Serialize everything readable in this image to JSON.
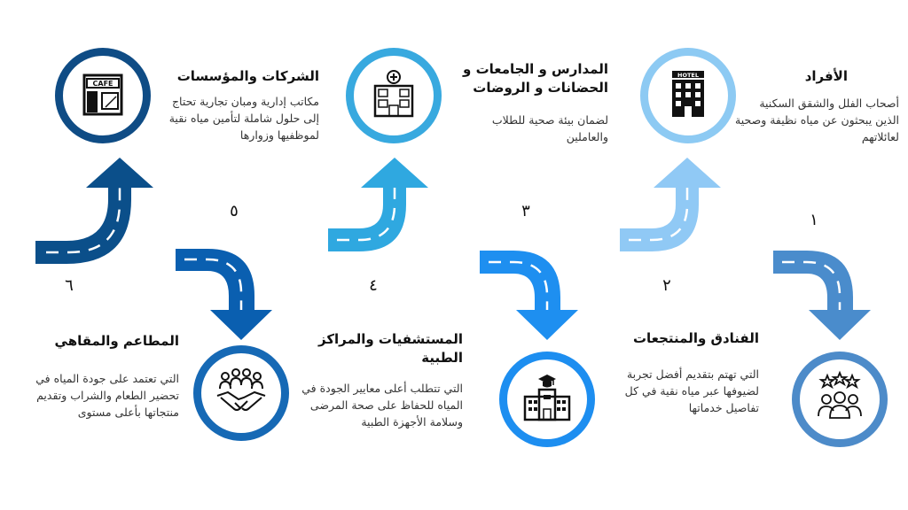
{
  "colors": {
    "navy": "#0b4f8a",
    "dark_blue": "#0a5fb0",
    "sky": "#2fa8e0",
    "bright": "#1e8ff0",
    "light": "#90c9f5",
    "steel": "#4a8ccc",
    "ring_navy": "#0f4c85",
    "ring_sky": "#38a9df",
    "ring_light": "#8dcaf3",
    "ring_dark": "#1669b5",
    "ring_bright": "#1d8ef0",
    "ring_steel": "#4d8bc9"
  },
  "steps": [
    {
      "number": "١",
      "title": "الأفراد",
      "description": "أصحاب الفلل والشقق السكنية الذين يبحثون عن مياه نظيفة وصحية لعائلاتهم",
      "icon": "hotel-icon"
    },
    {
      "number": "٢",
      "title": "الفنادق والمنتجعات",
      "description": "التي تهتم بتقديم أفضل تجربة لضيوفها عبر مياه نقية في كل تفاصيل خدماتها",
      "icon": "people-rating-icon"
    },
    {
      "number": "٣",
      "title": "المدارس و الجامعات و الحضانات و الروضات",
      "description": "لضمان بيئة صحية للطلاب والعاملين",
      "icon": "hospital-icon"
    },
    {
      "number": "٤",
      "title": "المستشفيات والمراكز الطبية",
      "description": "التي تتطلب أعلى معايير الجودة في المياه للحفاظ على صحة المرضى وسلامة الأجهزة الطبية",
      "icon": "school-icon"
    },
    {
      "number": "٥",
      "title": "الشركات والمؤسسات",
      "description": "مكاتب إدارية ومبان تجارية تحتاج إلى حلول شاملة لتأمين مياه نقية لموظفيها وزوارها",
      "icon": "cafe-icon"
    },
    {
      "number": "٦",
      "title": "المطاعم والمقاهي",
      "description": "التي تعتمد على جودة المياه في تحضير الطعام والشراب وتقديم منتجاتها بأعلى مستوى",
      "icon": "handshake-icon"
    }
  ],
  "icon_labels": {
    "hotel": "HOTEL",
    "cafe": "CAFE"
  }
}
